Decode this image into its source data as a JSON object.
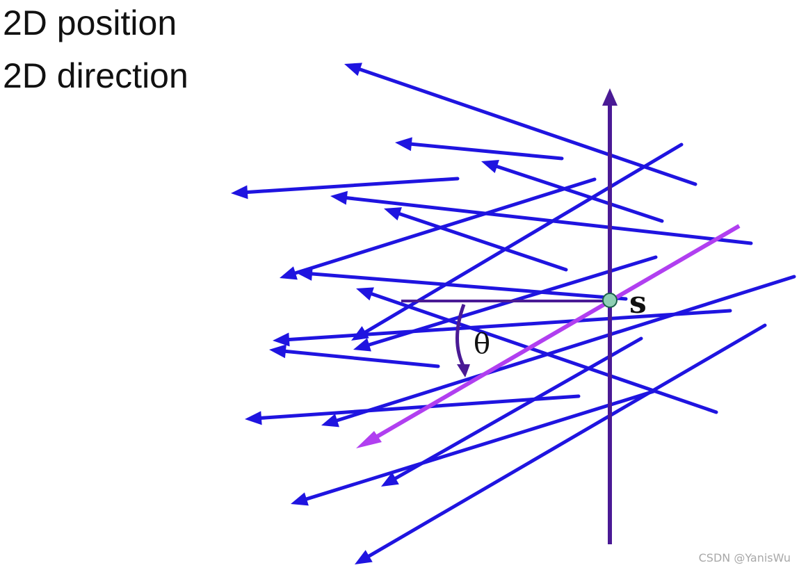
{
  "heading": {
    "line1": "2D position",
    "line2": "2D direction"
  },
  "labels": {
    "point": "s",
    "angle": "θ"
  },
  "watermark": "CSDN @YanisWu",
  "colors": {
    "ray": "#1f14e0",
    "axis": "#4a1a95",
    "highlight_ray": "#b13ff0",
    "point_fill": "#8fcfb4",
    "text": "#111111"
  }
}
